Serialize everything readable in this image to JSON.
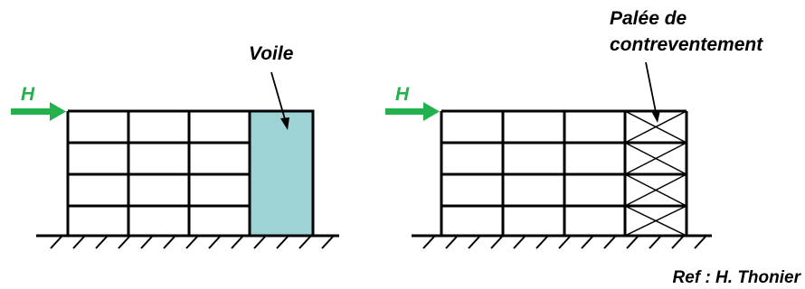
{
  "left_diagram": {
    "force_label": "H",
    "element_label": "Voile"
  },
  "right_diagram": {
    "force_label": "H",
    "element_label_line1": "Palée de",
    "element_label_line2": "contreventement"
  },
  "reference": "Ref : H. Thonier",
  "colors": {
    "arrow": "#22b14c",
    "wall_fill": "#9ed3d6",
    "frame": "#000000"
  }
}
